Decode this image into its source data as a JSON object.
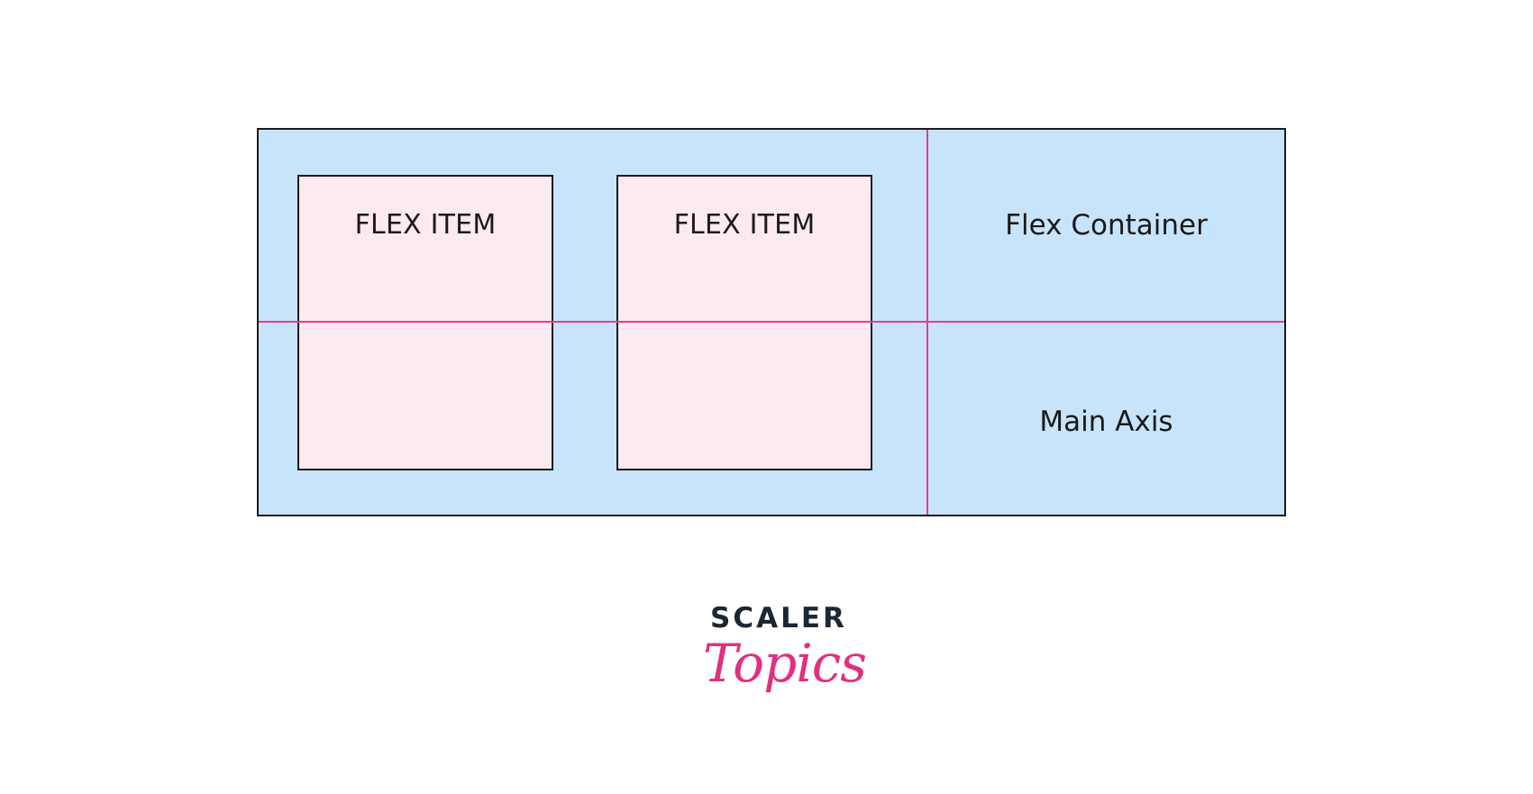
{
  "diagram": {
    "items": [
      {
        "label": "FLEX ITEM"
      },
      {
        "label": "FLEX ITEM"
      }
    ],
    "container_label": "Flex Container",
    "axis_label": "Main Axis"
  },
  "logo": {
    "word": "SCALER",
    "script": "Topics"
  },
  "colors": {
    "container_fill": "#c8e4fb",
    "item_fill": "#fde9f2",
    "axis_line": "#e63e8c",
    "border": "#1a1a1a",
    "logo_dark": "#1c2733",
    "logo_pink": "#e0307f"
  }
}
